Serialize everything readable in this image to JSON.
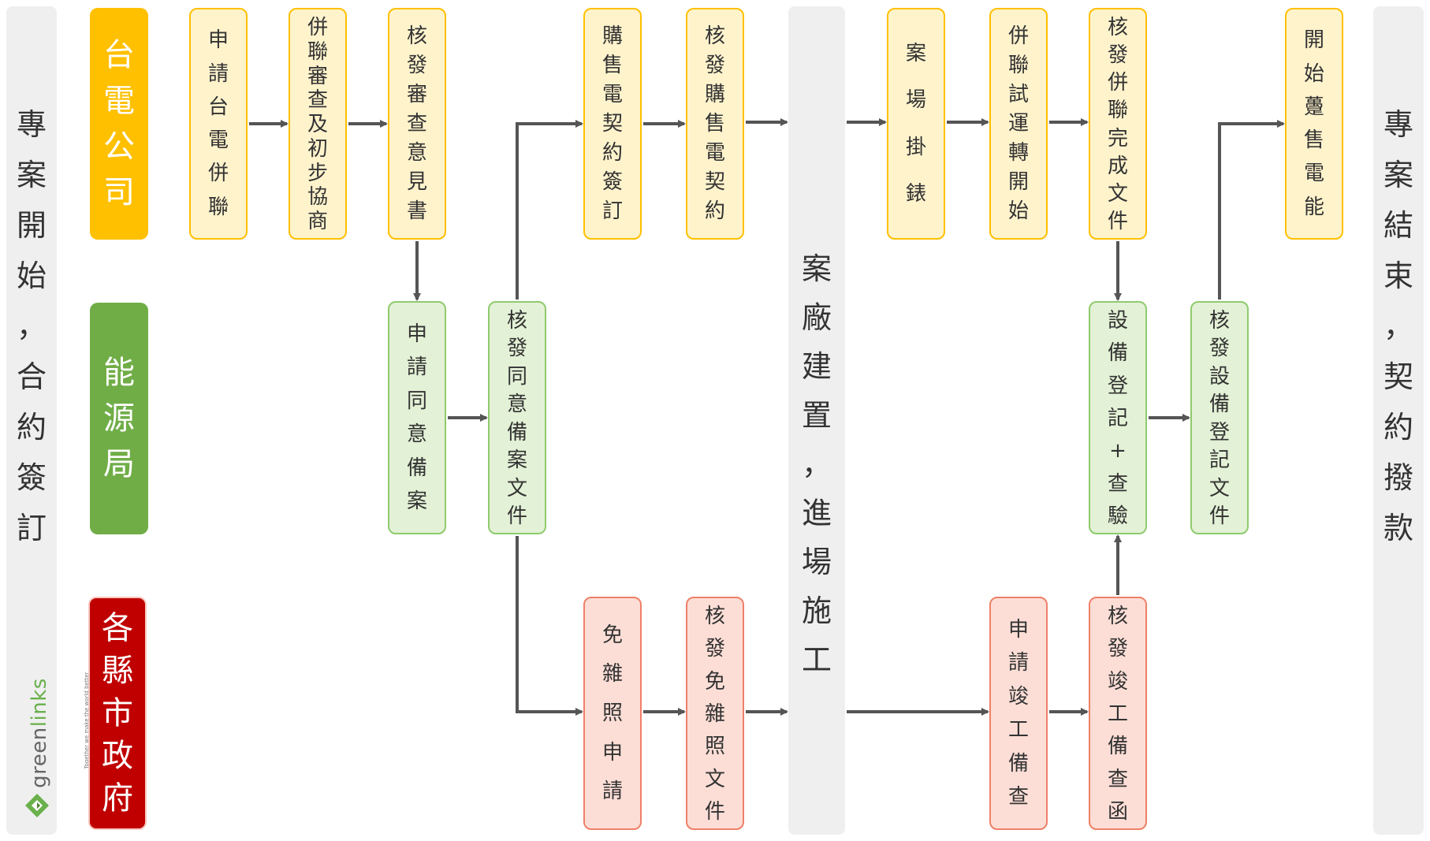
{
  "sides": {
    "left": "專案開始，合約簽訂",
    "right": "專案結束，契約撥款"
  },
  "categories": {
    "taipower": "台電公司",
    "energy": "能源局",
    "county": "各縣市政府"
  },
  "center": "案廠建置，進場施工",
  "boxes": {
    "b1": "申請台電併聯",
    "b2": "併聯審查及初步協商",
    "b3": "核發審查意見書",
    "b4": "申請同意備案",
    "b5": "核發同意備案文件",
    "b6": "購售電契約簽訂",
    "b7": "核發購售電契約",
    "b8": "免雜照申請",
    "b9": "核發免雜照文件",
    "b10": "案場掛錶",
    "b11": "併聯試運轉開始",
    "b12": "核發併聯完成文件",
    "b13": "設備登記+查驗",
    "b14": "核發設備登記文件",
    "b15": "申請竣工備查",
    "b16": "核發竣工備查函",
    "b17": "開始躉售電能"
  },
  "logo": {
    "prefix": "green",
    "highlight": "links",
    "tagline": "Together we make the world better"
  },
  "colors": {
    "taipower": "#ffc000",
    "energy": "#70ad47",
    "county": "#c00000",
    "arrow": "#555555"
  }
}
